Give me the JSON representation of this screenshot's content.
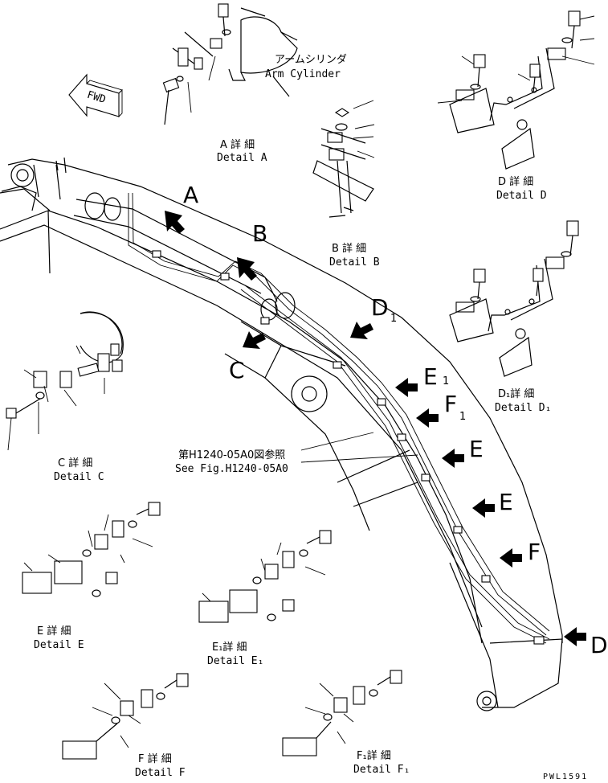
{
  "callouts": {
    "a": "A",
    "b": "B",
    "c": "C",
    "d": "D",
    "d1": "D",
    "d1_sub": "1",
    "e": "E",
    "e_second": "E",
    "e1": "E",
    "e1_sub": "1",
    "f": "F",
    "f1": "F",
    "f1_sub": "1"
  },
  "labels": {
    "fwd": "FWD",
    "arm_cylinder_jp": "アームシリンダ",
    "arm_cylinder_en": "Arm Cylinder",
    "ref_jp": "第H1240-05A0図参照",
    "ref_en": "See Fig.H1240-05A0",
    "drawing_id": "PWL1591"
  },
  "details": {
    "a_jp": "A 詳 細",
    "a_en": "Detail A",
    "b_jp": "B 詳 細",
    "b_en": "Detail B",
    "c_jp": "C 詳 細",
    "c_en": "Detail C",
    "d_jp": "D 詳 細",
    "d_en": "Detail D",
    "d1_jp": "D₁詳 細",
    "d1_en": "Detail D₁",
    "e_jp": "E 詳 細",
    "e_en": "Detail E",
    "e1_jp": "E₁詳 細",
    "e1_en": "Detail E₁",
    "f_jp": "F 詳 細",
    "f_en": "Detail F",
    "f1_jp": "F₁詳 細",
    "f1_en": "Detail F₁"
  }
}
